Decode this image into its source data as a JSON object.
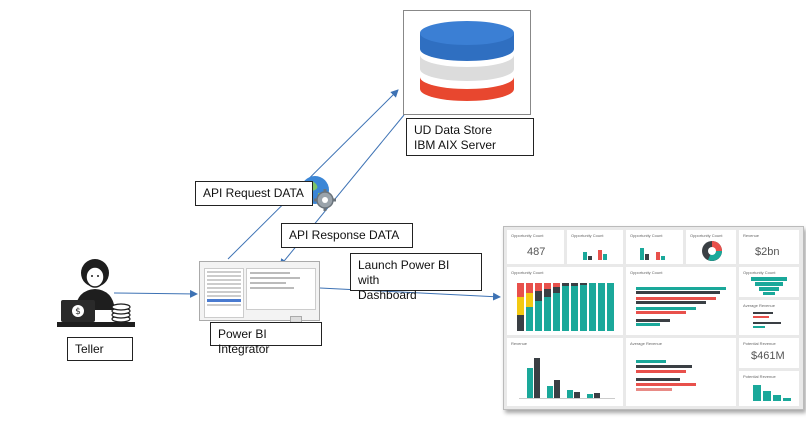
{
  "database": {
    "label_line1": "UD Data Store",
    "label_line2": "IBM AIX Server",
    "colors": {
      "top": "#2f6fc1",
      "middle": "#dcdcdc",
      "bottom": "#e8472f"
    }
  },
  "labels": {
    "api_request": "API Request DATA",
    "api_response": "API Response DATA",
    "launch_line1": "Launch Power BI with",
    "launch_line2": "Dashboard",
    "integrator": "Power BI Integrator",
    "teller": "Teller"
  },
  "icons": {
    "globe": "globe-gear-icon",
    "teller": "teller-at-laptop-icon",
    "database": "database-icon"
  },
  "dashboard": {
    "tiles": [
      {
        "title": "Opportunity Count",
        "value": "487"
      },
      {
        "title": "Opportunity Count"
      },
      {
        "title": "Opportunity Count"
      },
      {
        "title": "Opportunity Count"
      },
      {
        "title": "Revenue",
        "value": "$2bn"
      },
      {
        "title": "Opportunity Count"
      },
      {
        "title": "Opportunity Count"
      },
      {
        "title": "Opportunity Count"
      },
      {
        "title": "Average Revenue"
      },
      {
        "title": "Revenue"
      },
      {
        "title": "Average Revenue"
      },
      {
        "title": "Potential Revenue",
        "value": "$461M"
      },
      {
        "title": "Potential Revenue"
      }
    ],
    "colors": {
      "teal": "#1aa89a",
      "dark": "#3a3f44",
      "red": "#e8504b",
      "yellow": "#f3c911",
      "pink": "#e88b86"
    }
  }
}
